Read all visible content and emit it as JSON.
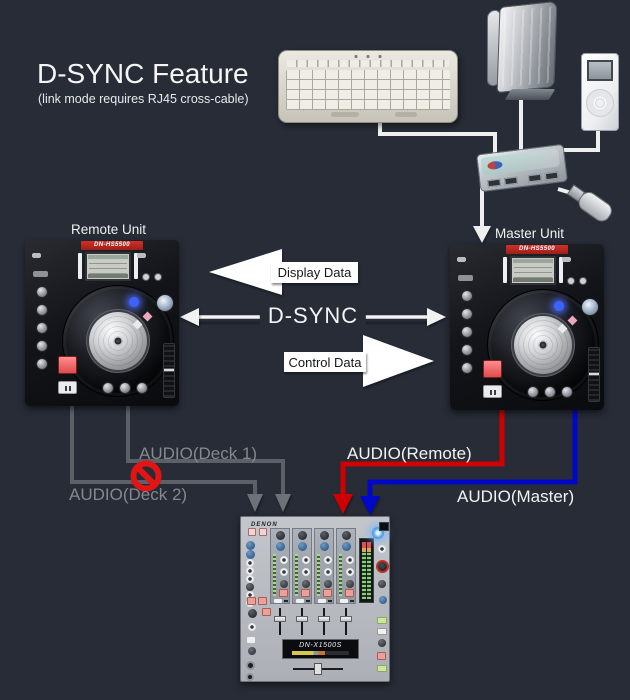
{
  "background": "#272c37",
  "title": {
    "heading": "D-SYNC Feature",
    "subheading": "(link mode requires RJ45 cross-cable)"
  },
  "units": {
    "remote": {
      "label": "Remote Unit",
      "model": "DN-HS5500"
    },
    "master": {
      "label": "Master Unit",
      "model": "DN-HS5500"
    },
    "mixer": {
      "brand": "DENON",
      "model": "DN-X1500S"
    }
  },
  "links": {
    "display_data": {
      "label": "Display Data",
      "direction": "master-to-remote"
    },
    "dsync": {
      "label": "D-SYNC",
      "direction": "bidirectional"
    },
    "control_data": {
      "label": "Control Data",
      "direction": "remote-to-master"
    },
    "audio_deck1": {
      "label": "AUDIO(Deck 1)",
      "color": "#85888e"
    },
    "audio_deck2": {
      "label": "AUDIO(Deck 2)",
      "color": "#85888e",
      "blocked": true
    },
    "audio_remote": {
      "label": "AUDIO(Remote)",
      "color": "#cf0000"
    },
    "audio_master": {
      "label": "AUDIO(Master)",
      "color": "#0008c8"
    }
  },
  "colors": {
    "cable_usb": "#efefef",
    "cable_gray": "#5c6067",
    "cable_red": "#cf0000",
    "cable_blue": "#0008c8",
    "prohibited_sign": "#e21414",
    "arrow_fill": "#ffffff"
  }
}
